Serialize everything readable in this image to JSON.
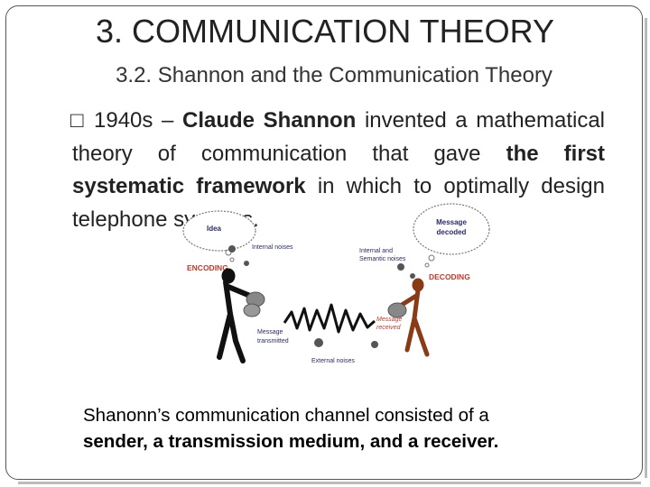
{
  "slide": {
    "title": "3. COMMUNICATION THEORY",
    "subtitle": "3.2. Shannon and the Communication Theory",
    "bullet": {
      "glyph": "□",
      "part1": "1940s – ",
      "part2_bold": "Claude Shannon",
      "part3": " invented a mathematical theory of communication that gave ",
      "part4_bold": "the first systematic framework",
      "part5": " in which to optimally design telephone systems."
    },
    "diagram": {
      "idea": "Idea",
      "message_decoded": "Message decoded",
      "internal_noises": "Internal noises",
      "internal_semantic_noises": "Internal and Semantic noises",
      "encoding": "ENCODING",
      "decoding": "DECODING",
      "message_transmitted": "Message transmitted",
      "message_received": "Message received",
      "external_noises": "External noises",
      "colors": {
        "encoding": "#c0392b",
        "decoding": "#c0392b",
        "sender": "#111111",
        "receiver": "#8a3a14",
        "labels": "#2a2a6a"
      }
    },
    "caption": {
      "line1": "Shanonn’s communication channel consisted of a",
      "line2_bold": "sender, a transmission medium, and a receiver."
    }
  }
}
